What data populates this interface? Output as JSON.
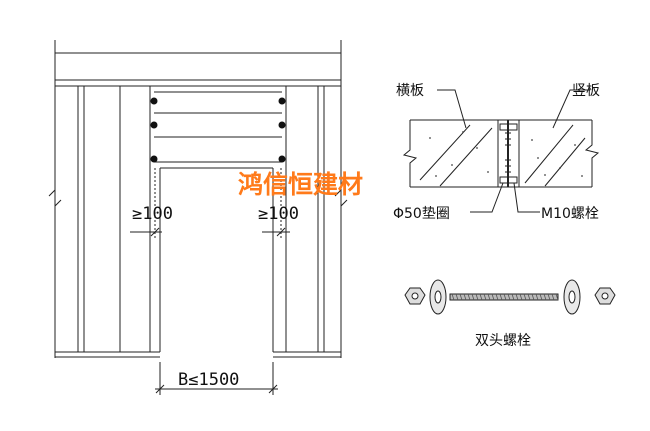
{
  "watermark": "鸿信恒建材",
  "left_diagram": {
    "dim_left": "≥100",
    "dim_right": "≥100",
    "dim_bottom": "B≤1500"
  },
  "section_detail": {
    "label_horizontal_panel": "横板",
    "label_vertical_panel": "竖板",
    "label_washer": "Φ50垫圈",
    "label_bolt": "M10螺栓"
  },
  "double_bolt": {
    "caption": "双头螺栓"
  }
}
